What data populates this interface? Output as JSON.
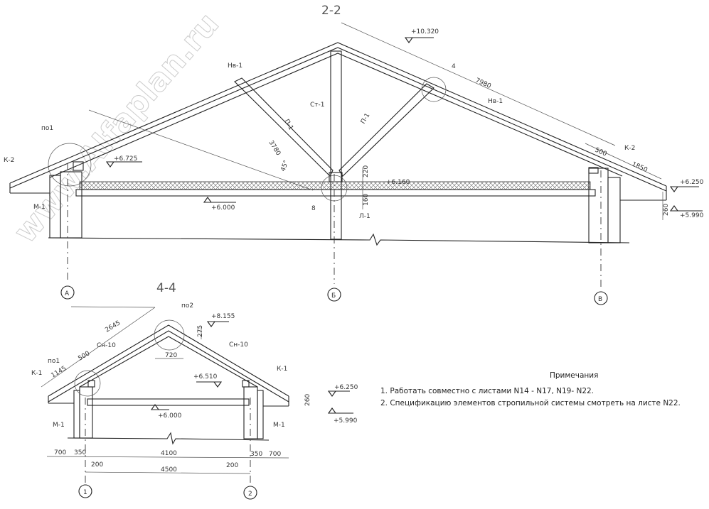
{
  "watermark": "www.Alfaplan.ru",
  "section_2_2": {
    "title": "2-2",
    "elev_ridge": "+10.320",
    "elev_675": "+6.725",
    "elev_600": "+6.000",
    "elev_616": "+6.160",
    "elev_625": "+6.250",
    "elev_599": "+5.990",
    "hv1_left": "Нв-1",
    "hv1_right": "Нв-1",
    "st1": "Ст-1",
    "p1_left": "П-1",
    "p1_right": "П-1",
    "dim_3780": "3780",
    "angle": "45°",
    "po1": "по1",
    "k2_left": "К-2",
    "k2_right": "К-2",
    "m1": "М-1",
    "node_8": "8",
    "l1": "Л-1",
    "dim_220": "220",
    "dim_160": "160",
    "node_4": "4",
    "dim_7980": "7980",
    "dim_500": "500",
    "dim_1850": "1850",
    "dim_260": "260",
    "axes": [
      "А",
      "Б",
      "В"
    ]
  },
  "section_4_4": {
    "title": "4-4",
    "po2": "по2",
    "elev_8155": "+8.155",
    "dim_275": "275",
    "dim_2645": "2645",
    "sn10_left": "Сн-10",
    "sn10_right": "Сн-10",
    "dim_500": "500",
    "po1": "по1",
    "dim_1145": "1145",
    "k1_left": "К-1",
    "k1_right": "К-1",
    "dim_720": "720",
    "elev_6510": "+6.510",
    "elev_6250": "+6.250",
    "dim_260": "260",
    "elev_5990": "+5.990",
    "elev_6000": "+6.000",
    "m1_left": "М-1",
    "m1_right": "М-1",
    "dims_row": [
      "700",
      "350",
      "4100",
      "350",
      "700"
    ],
    "dim_200_left": "200",
    "dim_200_right": "200",
    "dim_4500": "4500",
    "axes": [
      "1",
      "2"
    ]
  },
  "notes": {
    "title": "Примечания",
    "items": [
      "1. Работать совместно с листами N14 - N17, N19- N22.",
      "2. Спецификацию элементов стропильной системы смотреть на листе N22."
    ]
  }
}
